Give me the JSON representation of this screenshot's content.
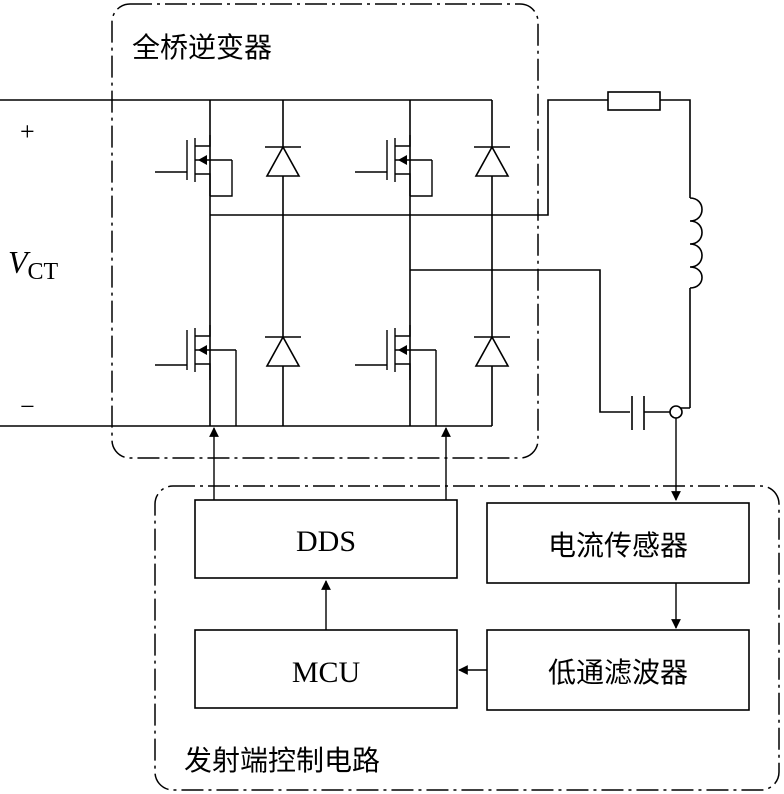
{
  "inverter": {
    "title": "全桥逆变器"
  },
  "source": {
    "plus": "+",
    "minus": "−",
    "var": "V",
    "sub": "CT"
  },
  "controller": {
    "title": "发射端控制电路",
    "blocks": {
      "dds": "DDS",
      "mcu": "MCU",
      "current_sensor": "电流传感器",
      "lowpass_filter": "低通滤波器"
    }
  }
}
